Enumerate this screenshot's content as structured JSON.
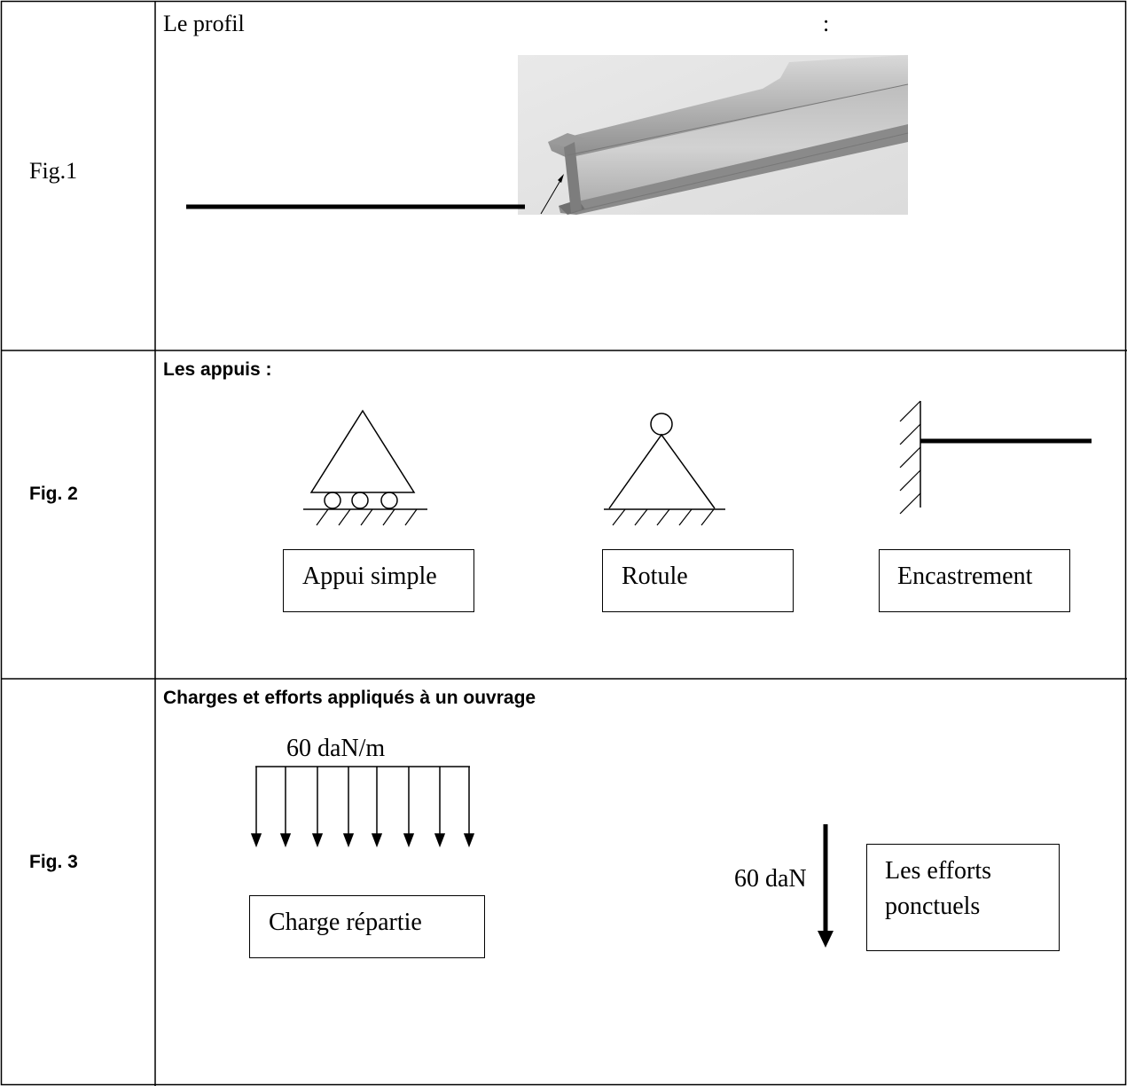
{
  "rows": [
    {
      "fig_label": "Fig.1",
      "heading": "Le profil",
      "heading_colon": ":"
    },
    {
      "fig_label": "Fig. 2",
      "heading": "Les appuis :",
      "supports": [
        {
          "name": "Appui simple"
        },
        {
          "name": "Rotule"
        },
        {
          "name": "Encastrement"
        }
      ]
    },
    {
      "fig_label": "Fig. 3",
      "heading": "Charges et efforts appliqués à un ouvrage",
      "distributed_load": {
        "value": "60 daN/m",
        "label": "Charge répartie"
      },
      "point_load": {
        "value": "60 daN",
        "label_line1": "Les efforts",
        "label_line2": "ponctuels"
      }
    }
  ],
  "icons": [
    "steel-i-beam-photo",
    "roller-support-icon",
    "pin-support-icon",
    "fixed-support-icon",
    "distributed-load-arrows",
    "point-load-arrow"
  ]
}
